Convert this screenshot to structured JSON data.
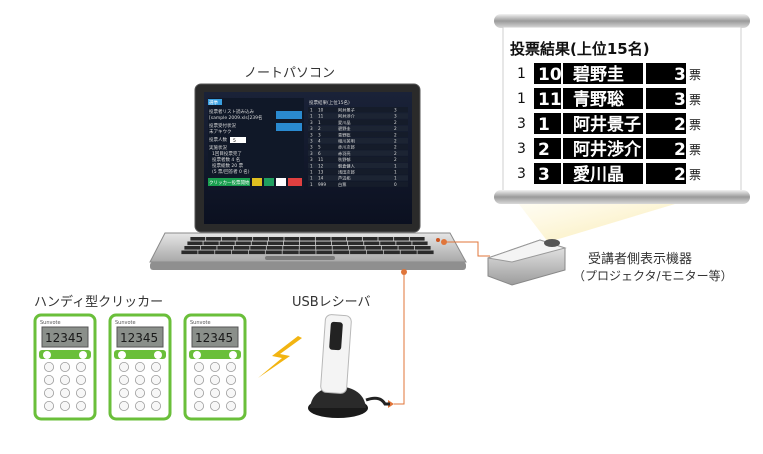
{
  "labels": {
    "laptop": "ノートパソコン",
    "clicker": "ハンディ型クリッカー",
    "usb": "USBレシーバ",
    "display_line1": "受講者側表示機器",
    "display_line2": "（プロジェクタ/モニター等）"
  },
  "screen": {
    "title": "投票結果(上位15名)",
    "rows": [
      {
        "rank": "1",
        "num": "10",
        "name": "碧野圭",
        "votes": "3",
        "unit": "票"
      },
      {
        "rank": "1",
        "num": "11",
        "name": "青野聡",
        "votes": "3",
        "unit": "票"
      },
      {
        "rank": "3",
        "num": "1",
        "name": "阿井景子",
        "votes": "2",
        "unit": "票"
      },
      {
        "rank": "3",
        "num": "2",
        "name": "阿井渉介",
        "votes": "2",
        "unit": "票"
      },
      {
        "rank": "3",
        "num": "3",
        "name": "愛川晶",
        "votes": "2",
        "unit": "票"
      }
    ]
  },
  "laptop_app": {
    "left_button": "選挙",
    "file_line1": "投票者リスト読み込み",
    "file_line2": "[sample 2009.xls]239名",
    "status_label": "投票受付状況",
    "status_value": "未アキウク",
    "count_label": "投票人数",
    "count_value": "5",
    "status2_label": "実施状況",
    "status2_lines": [
      "1回目投票完了",
      "投票者数 4 名",
      "投票総数 20 票",
      "(5 票/回答者 0 名)"
    ],
    "start_button": "クリッカー投票開始",
    "list_title": "投票結果(上位15名)",
    "list_rows": [
      {
        "r": "1",
        "n": "10",
        "name": "阿井景子",
        "v": "3"
      },
      {
        "r": "1",
        "n": "11",
        "name": "阿井渉介",
        "v": "3"
      },
      {
        "r": "3",
        "n": "1",
        "name": "愛川晶",
        "v": "2"
      },
      {
        "r": "3",
        "n": "2",
        "name": "碧野圭",
        "v": "2"
      },
      {
        "r": "3",
        "n": "3",
        "name": "青野聡",
        "v": "2"
      },
      {
        "r": "3",
        "n": "4",
        "name": "相川英明",
        "v": "2"
      },
      {
        "r": "3",
        "n": "5",
        "name": "赤川次郎",
        "v": "2"
      },
      {
        "r": "3",
        "n": "6",
        "name": "赤羽亮",
        "v": "2"
      },
      {
        "r": "3",
        "n": "11",
        "name": "秋野郁",
        "v": "2"
      },
      {
        "r": "1",
        "n": "12",
        "name": "朝倉健人",
        "v": "1"
      },
      {
        "r": "1",
        "n": "13",
        "name": "浅田次郎",
        "v": "1"
      },
      {
        "r": "1",
        "n": "14",
        "name": "芦辺拓",
        "v": "1"
      },
      {
        "r": "1",
        "n": "999",
        "name": "白票",
        "v": "0"
      }
    ]
  },
  "clickers": [
    {
      "display": "12345",
      "brand": "Sunvote"
    },
    {
      "display": "12345",
      "brand": "Sunvote"
    },
    {
      "display": "12345",
      "brand": "Sunvote"
    }
  ],
  "colors": {
    "clicker_green": "#6abf3a",
    "connector_orange": "#e0753a",
    "lightning": "#f2b411"
  }
}
